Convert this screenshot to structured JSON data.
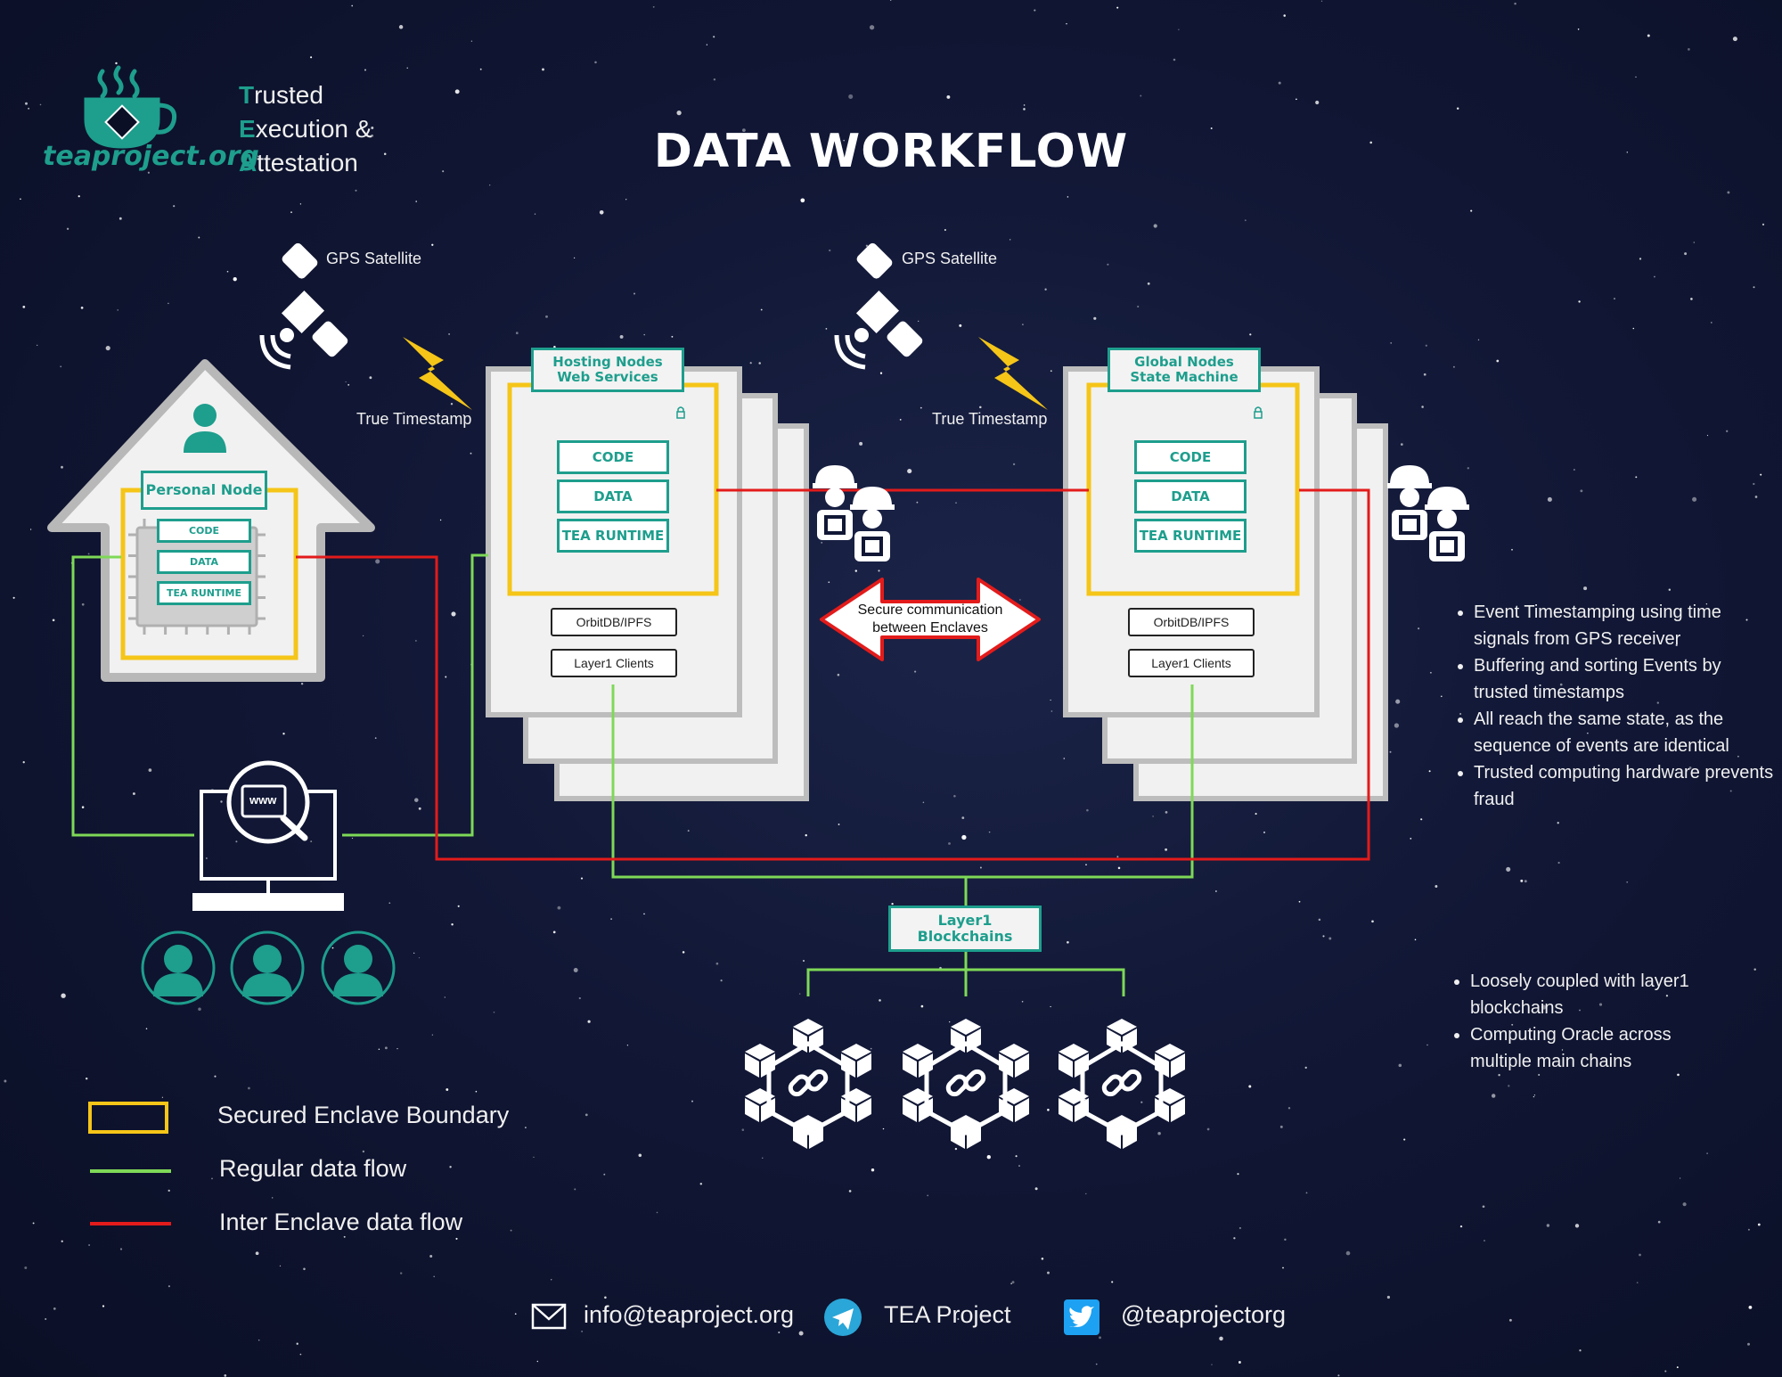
{
  "page": {
    "title": "DATA WORKFLOW",
    "brand": {
      "url": "teaproject.org",
      "tagline": [
        {
          "cap": "T",
          "rest": "rusted"
        },
        {
          "cap": "E",
          "rest": "xecution &"
        },
        {
          "cap": "A",
          "rest": "ttestation"
        }
      ]
    }
  },
  "satellites": {
    "left": {
      "label": "GPS Satellite",
      "timestamp": "True Timestamp"
    },
    "right": {
      "label": "GPS Satellite",
      "timestamp": "True Timestamp"
    }
  },
  "personal_node": {
    "label": "Personal Node",
    "chip": [
      "CODE",
      "DATA",
      "TEA RUNTIME"
    ]
  },
  "hosting_nodes": {
    "label_line1": "Hosting Nodes",
    "label_line2": "Web Services",
    "chip": [
      "CODE",
      "DATA",
      "TEA RUNTIME"
    ],
    "services": [
      "OrbitDB/IPFS",
      "Layer1 Clients"
    ]
  },
  "global_nodes": {
    "label_line1": "Global Nodes",
    "label_line2": "State Machine",
    "chip": [
      "CODE",
      "DATA",
      "TEA RUNTIME"
    ],
    "services": [
      "OrbitDB/IPFS",
      "Layer1 Clients"
    ]
  },
  "secure_comm": {
    "line1": "Secure communication",
    "line2": "between Enclaves"
  },
  "layer1": {
    "line1": "Layer1",
    "line2": "Blockchains"
  },
  "browser": {
    "label": "www"
  },
  "bullets_top": [
    "Event Timestamping using time signals from GPS receiver",
    "Buffering and sorting Events by trusted timestamps",
    "All reach the same state, as the sequence of events are identical",
    "Trusted computing hardware prevents fraud"
  ],
  "bullets_bottom": [
    "Loosely coupled with layer1 blockchains",
    "Computing Oracle across multiple main chains"
  ],
  "legend": [
    {
      "label": "Secured Enclave Boundary",
      "color": "#f5c518",
      "kind": "box"
    },
    {
      "label": "Regular data flow",
      "color": "#7ed957",
      "kind": "line"
    },
    {
      "label": "Inter Enclave data flow",
      "color": "#e31b1b",
      "kind": "line"
    }
  ],
  "footer": {
    "email": "info@teaproject.org",
    "telegram": "TEA Project",
    "twitter": "@teaprojectorg"
  },
  "colors": {
    "teal": "#1e9e8d",
    "enclave": "#f5c518",
    "regular_flow": "#7ed957",
    "inter_flow": "#e31b1b",
    "background": "#111735"
  }
}
